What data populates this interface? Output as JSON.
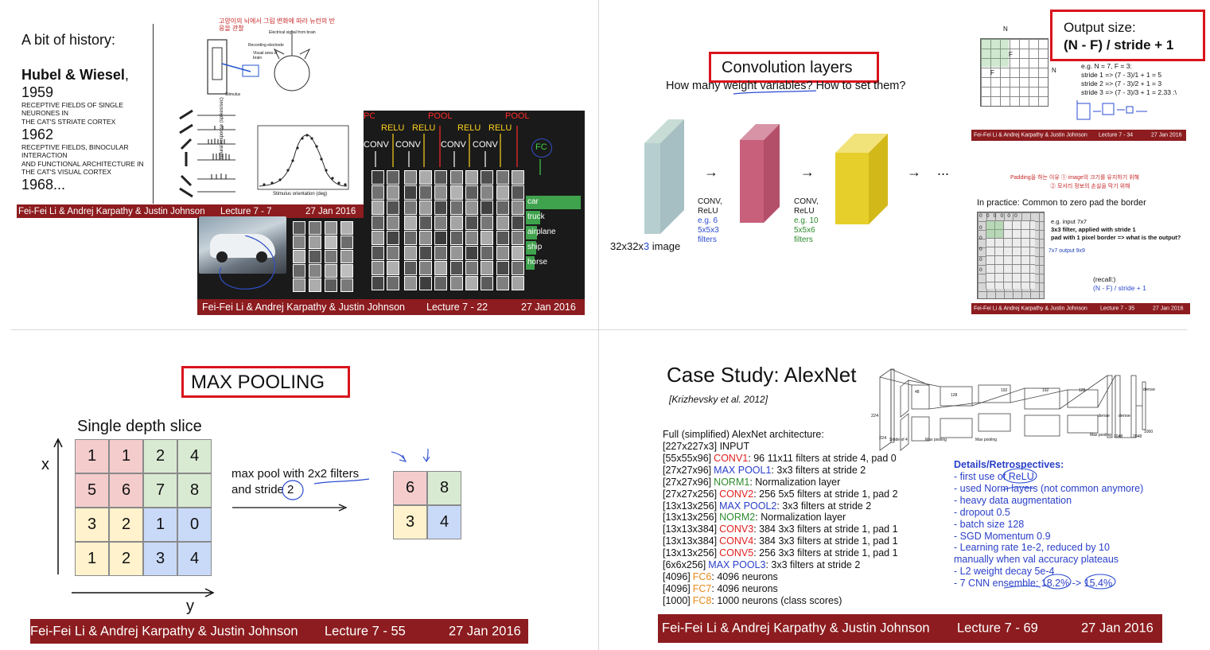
{
  "history": {
    "title": "A bit of history:",
    "authors": "Hubel & Wiesel",
    "comma": ",",
    "year1": "1959",
    "paper1": [
      "RECEPTIVE FIELDS OF SINGLE",
      "NEURONES IN",
      "THE CAT'S STRIATE CORTEX"
    ],
    "year2": "1962",
    "paper2": [
      "RECEPTIVE FIELDS, BINOCULAR",
      "INTERACTION",
      "AND FUNCTIONAL ARCHITECTURE IN",
      "THE CAT'S VISUAL CORTEX"
    ],
    "year3": "1968...",
    "diagram_labels": [
      "Electrical signal from brain",
      "Recording electrode",
      "Visual area of brain",
      "Stimulus"
    ],
    "plot_xlabel": "Stimulus orientation (deg)",
    "plot_ylabel": "Neural response (spikes/sec)",
    "handwriting": "고양이의 뇌에서 그림 변화에 따라 뉴런의 반응을 관찰",
    "footer": {
      "authors": "Fei-Fei Li & Andrej Karpathy & Justin Johnson",
      "lecture": "Lecture 7 -   7",
      "date": "27 Jan 2016"
    }
  },
  "convnet": {
    "top_labels": [
      "POOL",
      "RELU",
      "RELU",
      "POOL",
      "RELU",
      "RELU",
      "POOL"
    ],
    "conv_labels": [
      "CONV",
      "CONV",
      "CONV",
      "CONV"
    ],
    "fc_label": "FC",
    "classes": [
      "car",
      "truck",
      "airplane",
      "ship",
      "horse"
    ],
    "class_scores": [
      0.95,
      0.15,
      0.1,
      0.08,
      0.05
    ],
    "footer": {
      "authors": "Fei-Fei Li & Andrej Karpathy & Justin Johnson",
      "lecture": "Lecture 7 - 22",
      "date": "27 Jan 2016"
    }
  },
  "conv_layers": {
    "title": "Convolution layers",
    "question": "How many weight variables? How to set them?",
    "input_label_a": "32x32x",
    "input_label_b": "3",
    "input_label_c": " image",
    "arrow": "→",
    "ellipsis": "...",
    "layer1": {
      "line1": "CONV,",
      "line2": "ReLU",
      "line3": "e.g. 6",
      "line4": "5x5x3",
      "line5": "filters"
    },
    "layer2": {
      "line1": "CONV,",
      "line2": "ReLU",
      "line3": "e.g. 10",
      "line4": "5x5x6",
      "line5": "filters"
    }
  },
  "output_size": {
    "title_line1": "Output size:",
    "title_line2": "(N - F) / stride + 1",
    "grid_labels": {
      "n_top": "N",
      "n_right": "N",
      "f1": "F",
      "f2": "F"
    },
    "lines": [
      "e.g. N = 7, F = 3:",
      "stride 1 => (7 - 3)/1 + 1 = 5",
      "stride 2 => (7 - 3)/2 + 1 = 3",
      "stride 3 => (7 - 3)/3 + 1 = 2.33 :\\"
    ],
    "footer": {
      "authors": "Fei-Fei Li & Andrej Karpathy & Justin Johnson",
      "lecture": "Lecture 7 - 34",
      "date": "27 Jan 2016"
    }
  },
  "padding": {
    "title": "In practice: Common to zero pad the border",
    "handwriting": [
      "Padding을 하는 이유  ① image의 크기를 유지하기 위해",
      "② 모서리 정보의 손실을 막기 위해"
    ],
    "zeros_row": [
      "0",
      "0",
      "0",
      "0",
      "0",
      "0"
    ],
    "zeros_col": [
      "0",
      "0",
      "0",
      "0",
      "0"
    ],
    "lines": [
      "e.g. input 7x7",
      "3x3 filter, applied with stride 1",
      "pad with 1 pixel border => what is the output?"
    ],
    "note_hw": "7x7 output  9x9",
    "recall1": "(recall:)",
    "recall2": "(N - F) / stride + 1",
    "footer": {
      "authors": "Fei-Fei Li & Andrej Karpathy & Justin Johnson",
      "lecture": "Lecture 7 - 35",
      "date": "27 Jan 2016"
    }
  },
  "maxpool": {
    "title": "MAX POOLING",
    "slice_label": "Single depth slice",
    "x_axis": "x",
    "y_axis": "y",
    "matrix": [
      [
        "1",
        "1",
        "2",
        "4"
      ],
      [
        "5",
        "6",
        "7",
        "8"
      ],
      [
        "3",
        "2",
        "1",
        "0"
      ],
      [
        "1",
        "2",
        "3",
        "4"
      ]
    ],
    "desc_line1": "max pool with 2x2 filters",
    "desc_line2": "and stride 2",
    "result": [
      [
        "6",
        "8"
      ],
      [
        "3",
        "4"
      ]
    ],
    "colors": {
      "pink": "#f4cccc",
      "green": "#d9ead3",
      "yellow": "#fff2cc",
      "blue": "#c9daf8"
    },
    "footer": {
      "authors": "Fei-Fei Li & Andrej Karpathy & Justin Johnson",
      "lecture": "Lecture 7 - 55",
      "date": "27 Jan 2016"
    }
  },
  "alexnet": {
    "title": "Case Study: AlexNet",
    "citation": "[Krizhevsky et al. 2012]",
    "arch_heading": "Full (simplified) AlexNet architecture:",
    "layers": [
      {
        "shape": "[227x227x3]",
        "name": "",
        "desc": " INPUT",
        "color": "#111111"
      },
      {
        "shape": "[55x55x96]",
        "name": "CONV1",
        "desc": ": 96 11x11 filters at stride 4, pad 0",
        "color": "#e02020"
      },
      {
        "shape": "[27x27x96]",
        "name": "MAX POOL1",
        "desc": ": 3x3 filters at stride 2",
        "color": "#2a3fc9"
      },
      {
        "shape": "[27x27x96]",
        "name": "NORM1",
        "desc": ": Normalization layer",
        "color": "#2e8b2e"
      },
      {
        "shape": "[27x27x256]",
        "name": "CONV2",
        "desc": ": 256 5x5 filters at stride 1, pad 2",
        "color": "#e02020"
      },
      {
        "shape": "[13x13x256]",
        "name": "MAX POOL2",
        "desc": ": 3x3 filters at stride 2",
        "color": "#2a3fc9"
      },
      {
        "shape": "[13x13x256]",
        "name": "NORM2",
        "desc": ": Normalization layer",
        "color": "#2e8b2e"
      },
      {
        "shape": "[13x13x384]",
        "name": "CONV3",
        "desc": ": 384 3x3 filters at stride 1, pad 1",
        "color": "#e02020"
      },
      {
        "shape": "[13x13x384]",
        "name": "CONV4",
        "desc": ": 384 3x3 filters at stride 1, pad 1",
        "color": "#e02020"
      },
      {
        "shape": "[13x13x256]",
        "name": "CONV5",
        "desc": ": 256 3x3 filters at stride 1, pad 1",
        "color": "#e02020"
      },
      {
        "shape": "[6x6x256]",
        "name": "MAX POOL3",
        "desc": ": 3x3 filters at stride 2",
        "color": "#2a3fc9"
      },
      {
        "shape": "[4096]",
        "name": "FC6",
        "desc": ": 4096 neurons",
        "color": "#e88a1a"
      },
      {
        "shape": "[4096]",
        "name": "FC7",
        "desc": ": 4096 neurons",
        "color": "#e88a1a"
      },
      {
        "shape": "[1000]",
        "name": "FC8",
        "desc": ": 1000 neurons (class scores)",
        "color": "#e88a1a"
      }
    ],
    "details_heading": "Details/Retrospectives:",
    "details": [
      "- first use of ReLU",
      "- used Norm layers (not common anymore)",
      "- heavy data augmentation",
      "- dropout 0.5",
      "- batch size 128",
      "- SGD Momentum 0.9",
      "- Learning rate 1e-2, reduced by 10",
      "manually when val accuracy plateaus",
      "- L2 weight decay 5e-4",
      "- 7 CNN ensemble: 18.2% -> 15.4%"
    ],
    "diagram_labels": [
      "224",
      "224",
      "Stride of 4",
      "Max pooling",
      "Max pooling",
      "Max pooling",
      "dense",
      "dense",
      "dense",
      "48",
      "128",
      "192",
      "192",
      "128",
      "2048",
      "2048",
      "1000"
    ],
    "footer": {
      "authors": "Fei-Fei Li & Andrej Karpathy & Justin Johnson",
      "lecture": "Lecture 7 - 69",
      "date": "27 Jan 2016"
    }
  }
}
